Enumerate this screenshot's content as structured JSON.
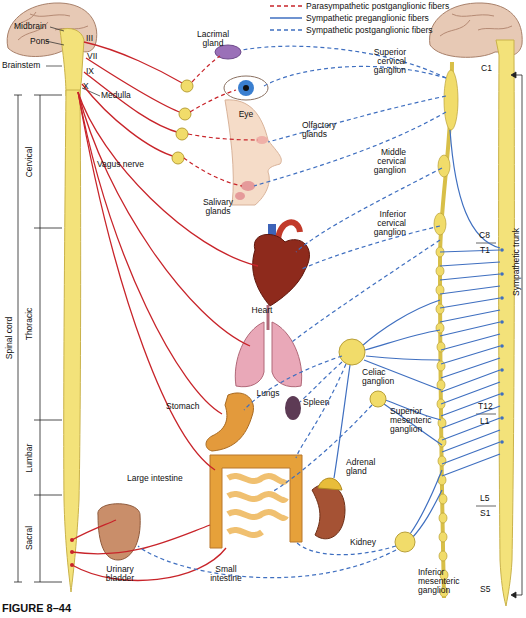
{
  "diagram": {
    "caption": "FIGURE 8–44",
    "labels": [
      "Midbrain",
      "Pons",
      "Brainstem",
      "III",
      "VII",
      "IX",
      "X",
      "Medulla",
      "Lacrimal gland",
      "Eye",
      "Superior cervical ganglion",
      "C1",
      "Olfactory glands",
      "Vagus nerve",
      "Salivary glands",
      "Cervical",
      "Middle cervical ganglion",
      "Inferior cervical ganglion",
      "C8",
      "T1",
      "Heart",
      "Thoracic",
      "Spinal cord",
      "Lungs",
      "Celiac ganglion",
      "Spleen",
      "Superior mesenteric ganglion",
      "T12",
      "L1",
      "Stomach",
      "Lumbar",
      "Large intestine",
      "Adrenal gland",
      "L5",
      "S1",
      "Sacral",
      "Kidney",
      "Urinary bladder",
      "Small intestine",
      "Inferior mesenteric ganglion",
      "S5",
      "Sympathetic trunk"
    ],
    "legend": [
      {
        "text": "Parasympathetic postganglionic fibers"
      },
      {
        "text": "Sympathetic preganglionic fibers"
      },
      {
        "text": "Sympathetic postganglionic fibers"
      }
    ]
  }
}
